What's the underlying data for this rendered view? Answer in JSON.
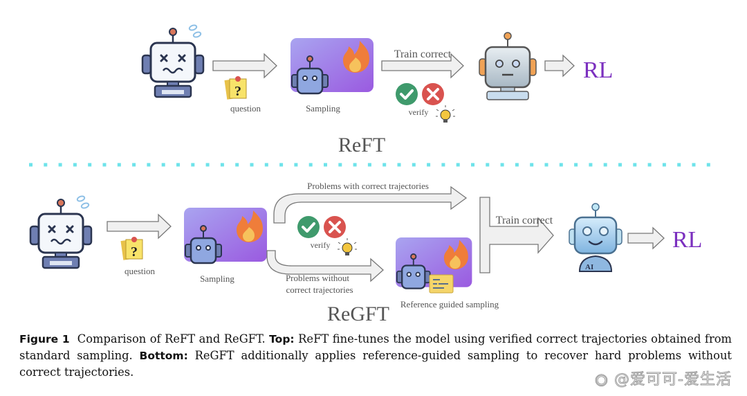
{
  "top": {
    "title": "ReFT",
    "question_label": "question",
    "sampling_label": "Sampling",
    "train_label": "Train correct",
    "verify_label": "verify",
    "rl_label": "RL"
  },
  "bottom": {
    "title": "ReGFT",
    "question_label": "question",
    "sampling_label": "Sampling",
    "with_correct_label": "Problems with correct trajectories",
    "without_correct_line1": "Problems without",
    "without_correct_line2": "correct trajectories",
    "verify_label": "verify",
    "reference_label": "Reference guided sampling",
    "train_label": "Train correct",
    "rl_label": "RL",
    "ai_badge": "AI"
  },
  "caption": {
    "figure_label": "Figure 1",
    "intro": "Comparison of ReFT and ReGFT.",
    "top_label": "Top:",
    "top_text": "ReFT fine-tunes the model using verified correct trajectories obtained from standard sampling.",
    "bottom_label": "Bottom:",
    "bottom_text": "ReGFT additionally applies reference-guided sampling to recover hard problems without correct trajectories."
  },
  "watermark": "@爱可可-爱生活",
  "colors": {
    "rl": "#7b2fbf",
    "divider": "#6ee3ea",
    "check": "#3f9a6c",
    "cross": "#d9534f",
    "arrow_fill": "#f0f0f0",
    "arrow_stroke": "#777777"
  }
}
